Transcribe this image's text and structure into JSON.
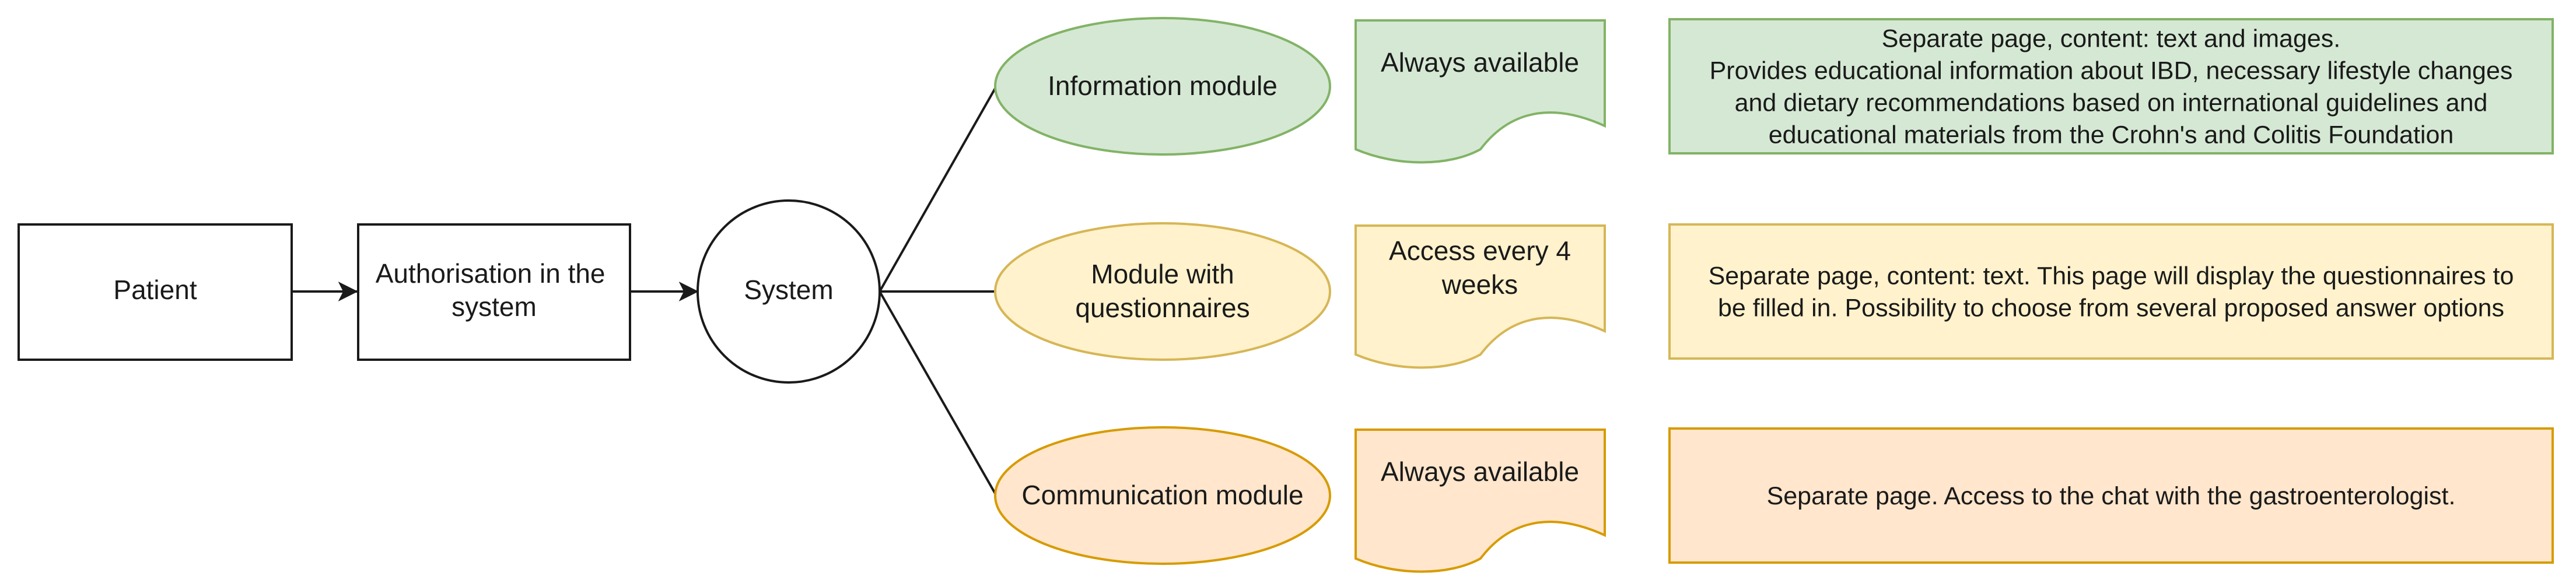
{
  "flow": {
    "patient": "Patient",
    "authorisation": [
      "Authorisation in the",
      "system"
    ],
    "system": "System"
  },
  "modules": [
    {
      "name": [
        "Information module"
      ],
      "availability": [
        "Always available"
      ],
      "details": [
        "Separate page, content: text and images.",
        "Provides educational information about IBD, necessary lifestyle changes",
        "and dietary recommendations based on international guidelines and",
        "educational materials from the Crohn's and Colitis Foundation"
      ]
    },
    {
      "name": [
        "Module with",
        "questionnaires"
      ],
      "availability": [
        "Access every 4",
        "weeks"
      ],
      "details": [
        "Separate page, content: text. This page will display the questionnaires to",
        "be filled in. Possibility to choose from several proposed answer options"
      ]
    },
    {
      "name": [
        "Communication module"
      ],
      "availability": [
        "Always available"
      ],
      "details": [
        "Separate page. Access to the chat with the gastroenterologist."
      ]
    }
  ],
  "colors": {
    "line": "#1a1a1a",
    "green_fill": "#d5e8d4",
    "green_stroke": "#82b366",
    "yellow_fill": "#fff2cc",
    "yellow_stroke": "#d6b656",
    "orange_fill": "#ffe6cc",
    "orange_stroke": "#d79b00"
  }
}
